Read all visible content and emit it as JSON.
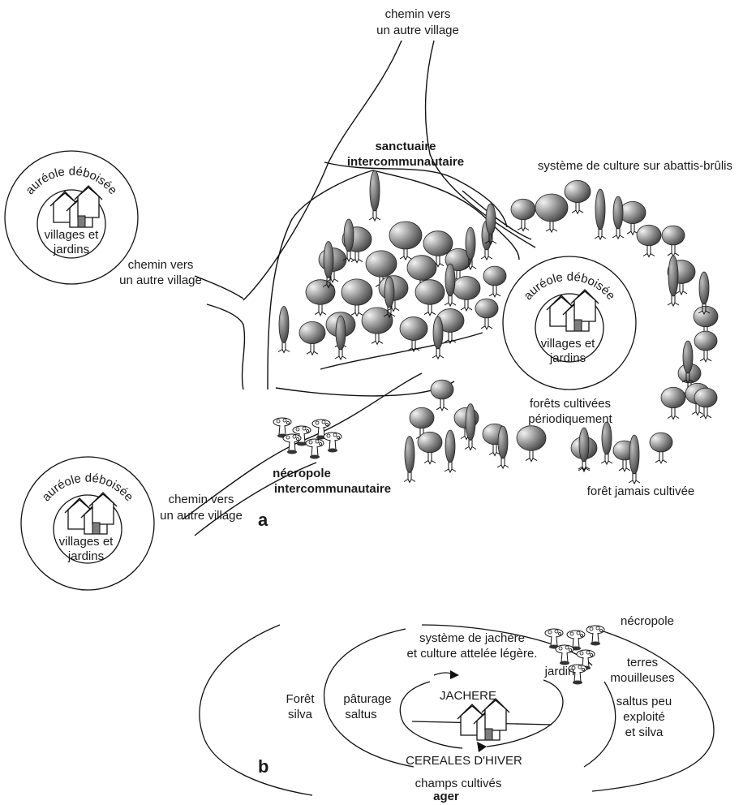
{
  "panel_a": {
    "label": "a",
    "top_path_label_line1": "chemin vers",
    "top_path_label_line2": "un autre village",
    "sanctuary_line1": "sanctuaire",
    "sanctuary_line2": "intercommunautaire",
    "slash_burn_label": "système de culture sur abattis-brûlis",
    "left_path_label_line1": "chemin vers",
    "left_path_label_line2": "un autre village",
    "bottom_path_label_line1": "chemin vers",
    "bottom_path_label_line2": "un autre village",
    "necropolis_line1": "nécropole",
    "necropolis_line2": "intercommunautaire",
    "periodic_forest_line1": "forêts cultivées",
    "periodic_forest_line2": "périodiquement",
    "never_cultivated": "forêt jamais cultivée",
    "villages": [
      {
        "ring_label": "auréole déboisée",
        "inner_line1": "villages et",
        "inner_line2": "jardins"
      },
      {
        "ring_label": "auréole déboisée",
        "inner_line1": "villages et",
        "inner_line2": "jardins"
      },
      {
        "ring_label": "auréole déboisée",
        "inner_line1": "villages et",
        "inner_line2": "jardins"
      }
    ]
  },
  "panel_b": {
    "label": "b",
    "fallow_system_line1": "système de jachère",
    "fallow_system_line2": "et culture attelée légère.",
    "necropolis": "nécropole",
    "garden": "jardin",
    "wetlands_line1": "terres",
    "wetlands_line2": "mouilleuses",
    "saltus_line1": "saltus peu",
    "saltus_line2": "exploité",
    "saltus_line3": "et silva",
    "forest_line1": "Forêt",
    "forest_line2": "silva",
    "pasture_line1": "pâturage",
    "pasture_line2": "saltus",
    "fallow": "JACHERE",
    "winter_cereals": "CEREALES D'HIVER",
    "fields_line1": "champs cultivés",
    "fields_line2": "ager"
  }
}
